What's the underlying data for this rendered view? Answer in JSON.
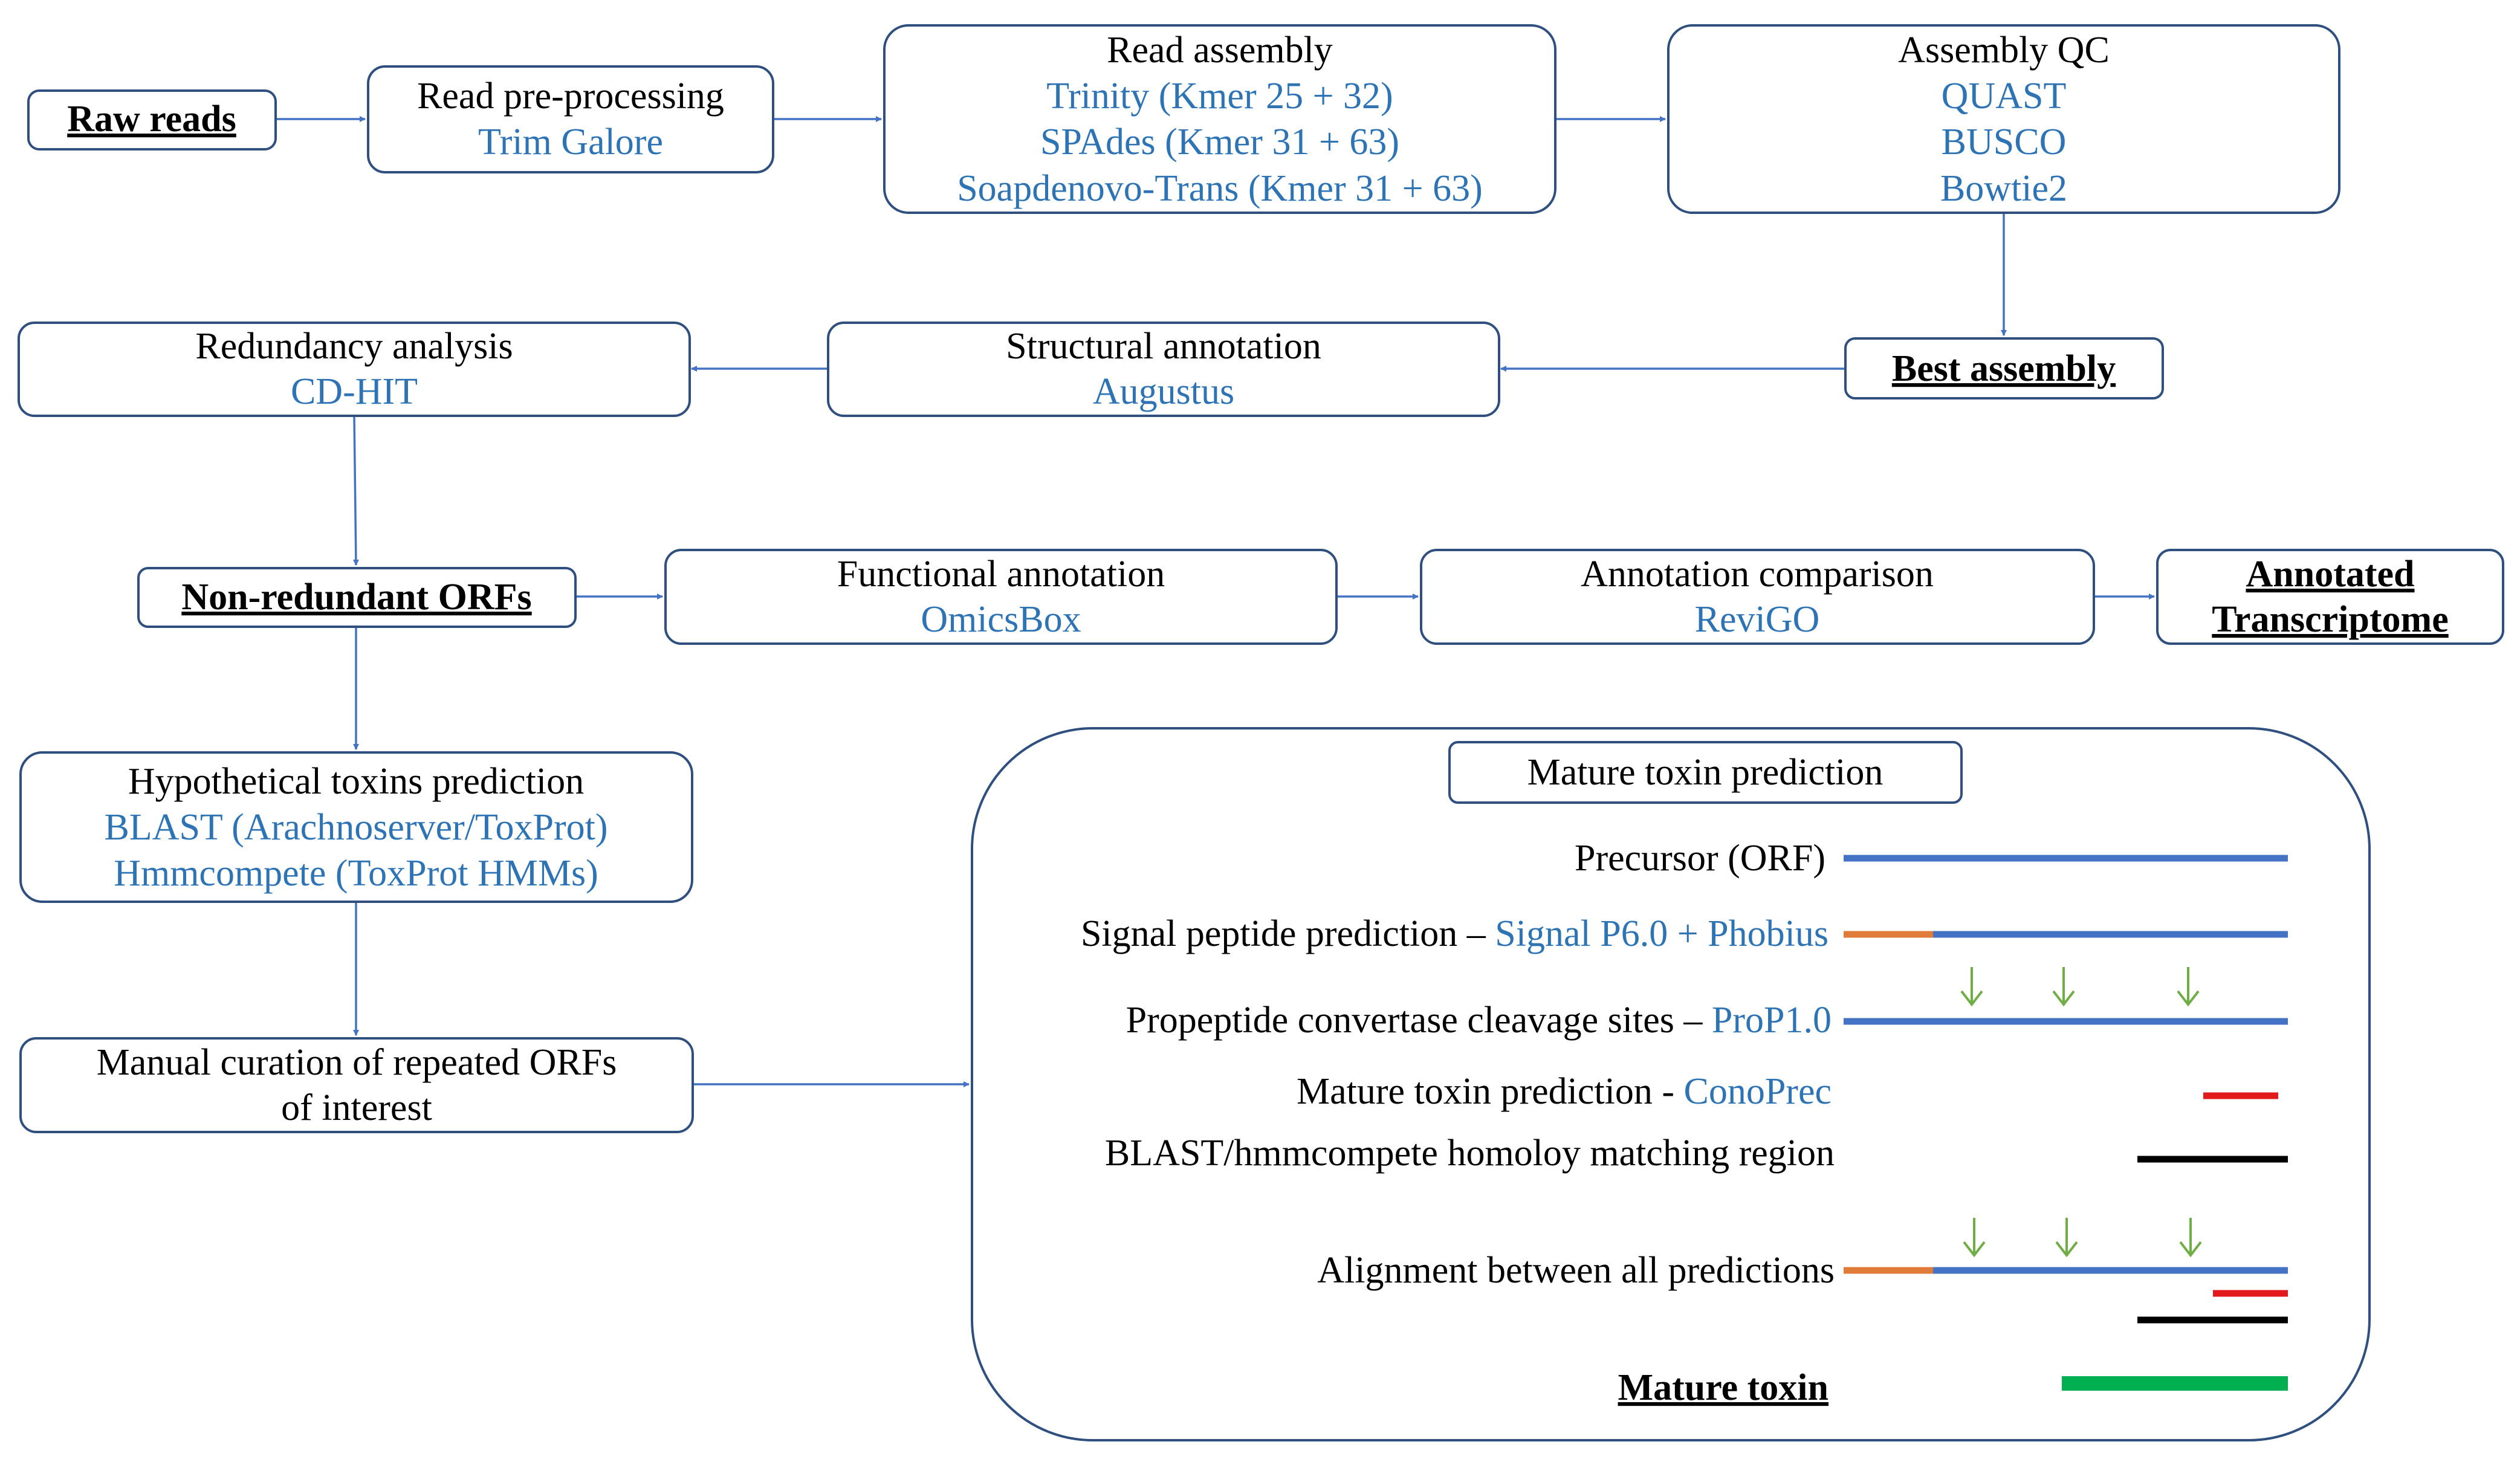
{
  "colors": {
    "text": "#000000",
    "tool_text": "#2e74b5",
    "box_border": "#2f4f7f",
    "arrow": "#4472c4",
    "precursor_line": "#4472c4",
    "signal_peptide_segment": "#e07b39",
    "mature_prediction_line": "#e31a1c",
    "homology_line": "#000000",
    "mature_toxin_line": "#00b050",
    "cleavage_arrow": "#70ad47"
  },
  "nodes": {
    "raw_reads": "Raw reads",
    "preprocessing": {
      "title": "Read pre-processing",
      "tools": [
        "Trim Galore"
      ]
    },
    "read_assembly": {
      "title": "Read assembly",
      "tools": [
        "Trinity (Kmer 25 + 32)",
        "SPAdes (Kmer 31 + 63)",
        "Soapdenovo-Trans (Kmer 31 + 63)"
      ]
    },
    "assembly_qc": {
      "title": "Assembly QC",
      "tools": [
        "QUAST",
        "BUSCO",
        "Bowtie2"
      ]
    },
    "best_assembly": "Best assembly",
    "structural_annotation": {
      "title": "Structural annotation",
      "tools": [
        "Augustus"
      ]
    },
    "redundancy_analysis": {
      "title": "Redundancy analysis",
      "tools": [
        "CD-HIT"
      ]
    },
    "non_redundant_orfs": "Non-redundant ORFs",
    "functional_annotation": {
      "title": "Functional annotation",
      "tools": [
        "OmicsBox"
      ]
    },
    "annotation_comparison": {
      "title": "Annotation comparison",
      "tools": [
        "ReviGO"
      ]
    },
    "annotated_transcriptome": [
      "Annotated",
      "Transcriptome"
    ],
    "hypothetical_toxins": {
      "title": "Hypothetical toxins prediction",
      "tools": [
        "BLAST (Arachnoserver/ToxProt)",
        "Hmmcompete (ToxProt HMMs)"
      ]
    },
    "manual_curation": [
      "Manual curation of repeated ORFs",
      "of interest"
    ]
  },
  "mature_panel": {
    "title": "Mature toxin prediction",
    "rows": [
      {
        "label": "Precursor (ORF)",
        "tool": ""
      },
      {
        "label": "Signal peptide prediction – ",
        "tool": "Signal P6.0 + Phobius"
      },
      {
        "label": "Propeptide convertase cleavage sites – ",
        "tool": "ProP1.0"
      },
      {
        "label": "Mature toxin prediction - ",
        "tool": "ConoPrec"
      },
      {
        "label": "BLAST/hmmcompete homoloy matching region",
        "tool": ""
      },
      {
        "label": "Alignment between all predictions",
        "tool": ""
      },
      {
        "label": "Mature toxin",
        "tool": ""
      }
    ]
  }
}
